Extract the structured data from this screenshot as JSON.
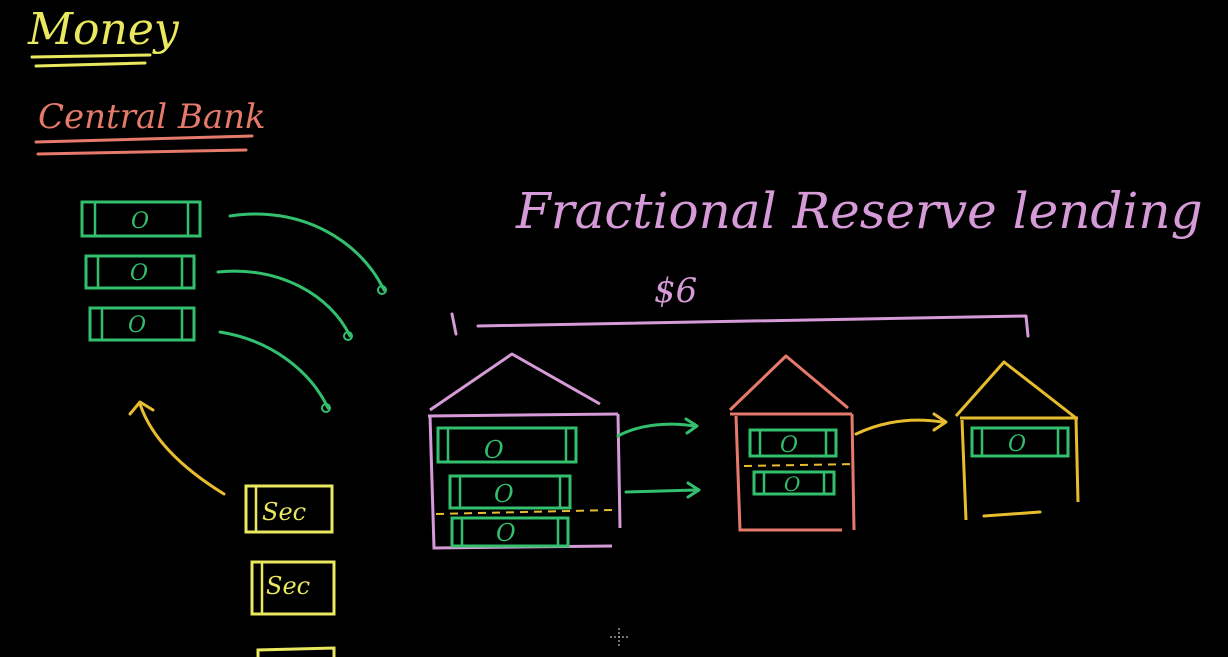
{
  "colors": {
    "background": "#000000",
    "yellow": "#e9e85f",
    "salmon": "#e57a6b",
    "pink": "#d79ad8",
    "green": "#33c06e",
    "gold": "#e7bd2f",
    "gray": "#9a9a9a"
  },
  "labels": {
    "money": "Money",
    "central_bank": "Central Bank",
    "fractional_reserve": "Fractional Reserve lending",
    "amount": "$6"
  },
  "bills": [
    {
      "symbol": "O"
    },
    {
      "symbol": "O"
    },
    {
      "symbol": "O"
    }
  ],
  "bank1_bills": [
    {
      "symbol": "O"
    },
    {
      "symbol": "O"
    },
    {
      "symbol": "O"
    }
  ],
  "bank2_bills": [
    {
      "symbol": "O"
    },
    {
      "symbol": "O"
    }
  ],
  "bank3_bills": [
    {
      "symbol": "O"
    }
  ],
  "securities": [
    {
      "label": "Sec"
    },
    {
      "label": "Sec"
    }
  ],
  "icons": {
    "cursor": "crosshair-icon"
  }
}
